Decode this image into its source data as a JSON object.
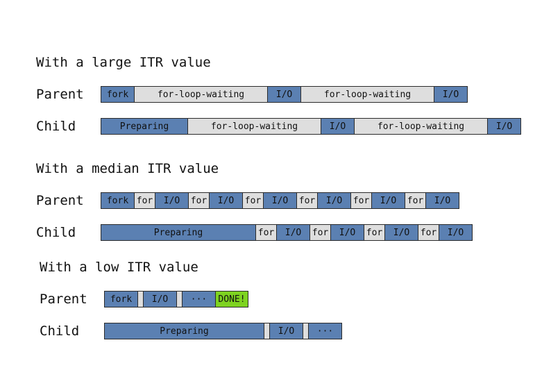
{
  "colors": {
    "work": "#5b80b2",
    "wait": "#dedede",
    "done": "#7ed321",
    "border": "#2b2b2b"
  },
  "sections": [
    {
      "title": "With a large ITR value",
      "rows": [
        {
          "label": "Parent",
          "segments": [
            {
              "text": "fork",
              "kind": "blue"
            },
            {
              "text": "for-loop-waiting",
              "kind": "grey"
            },
            {
              "text": "I/O",
              "kind": "blue"
            },
            {
              "text": "for-loop-waiting",
              "kind": "grey"
            },
            {
              "text": "I/O",
              "kind": "blue"
            }
          ]
        },
        {
          "label": "Child",
          "segments": [
            {
              "text": "Preparing",
              "kind": "blue"
            },
            {
              "text": "for-loop-waiting",
              "kind": "grey"
            },
            {
              "text": "I/O",
              "kind": "blue"
            },
            {
              "text": "for-loop-waiting",
              "kind": "grey"
            },
            {
              "text": "I/O",
              "kind": "blue"
            }
          ]
        }
      ]
    },
    {
      "title": "With a median ITR value",
      "rows": [
        {
          "label": "Parent",
          "segments": [
            {
              "text": "fork",
              "kind": "blue"
            },
            {
              "text": "for",
              "kind": "grey"
            },
            {
              "text": "I/O",
              "kind": "blue"
            },
            {
              "text": "for",
              "kind": "grey"
            },
            {
              "text": "I/O",
              "kind": "blue"
            },
            {
              "text": "for",
              "kind": "grey"
            },
            {
              "text": "I/O",
              "kind": "blue"
            },
            {
              "text": "for",
              "kind": "grey"
            },
            {
              "text": "I/O",
              "kind": "blue"
            },
            {
              "text": "for",
              "kind": "grey"
            },
            {
              "text": "I/O",
              "kind": "blue"
            },
            {
              "text": "for",
              "kind": "grey"
            },
            {
              "text": "I/O",
              "kind": "blue"
            }
          ]
        },
        {
          "label": "Child",
          "segments": [
            {
              "text": "Preparing",
              "kind": "blue"
            },
            {
              "text": "for",
              "kind": "grey"
            },
            {
              "text": "I/O",
              "kind": "blue"
            },
            {
              "text": "for",
              "kind": "grey"
            },
            {
              "text": "I/O",
              "kind": "blue"
            },
            {
              "text": "for",
              "kind": "grey"
            },
            {
              "text": "I/O",
              "kind": "blue"
            },
            {
              "text": "for",
              "kind": "grey"
            },
            {
              "text": "I/O",
              "kind": "blue"
            }
          ]
        }
      ]
    },
    {
      "title": "With a low ITR value",
      "rows": [
        {
          "label": "Parent",
          "segments": [
            {
              "text": "fork",
              "kind": "blue"
            },
            {
              "text": "",
              "kind": "grey"
            },
            {
              "text": "I/O",
              "kind": "blue"
            },
            {
              "text": "",
              "kind": "grey"
            },
            {
              "text": "···",
              "kind": "blue"
            },
            {
              "text": "DONE!",
              "kind": "green"
            }
          ]
        },
        {
          "label": "Child",
          "segments": [
            {
              "text": "Preparing",
              "kind": "blue"
            },
            {
              "text": "",
              "kind": "grey"
            },
            {
              "text": "I/O",
              "kind": "blue"
            },
            {
              "text": "",
              "kind": "grey"
            },
            {
              "text": "···",
              "kind": "blue"
            }
          ]
        }
      ]
    }
  ]
}
